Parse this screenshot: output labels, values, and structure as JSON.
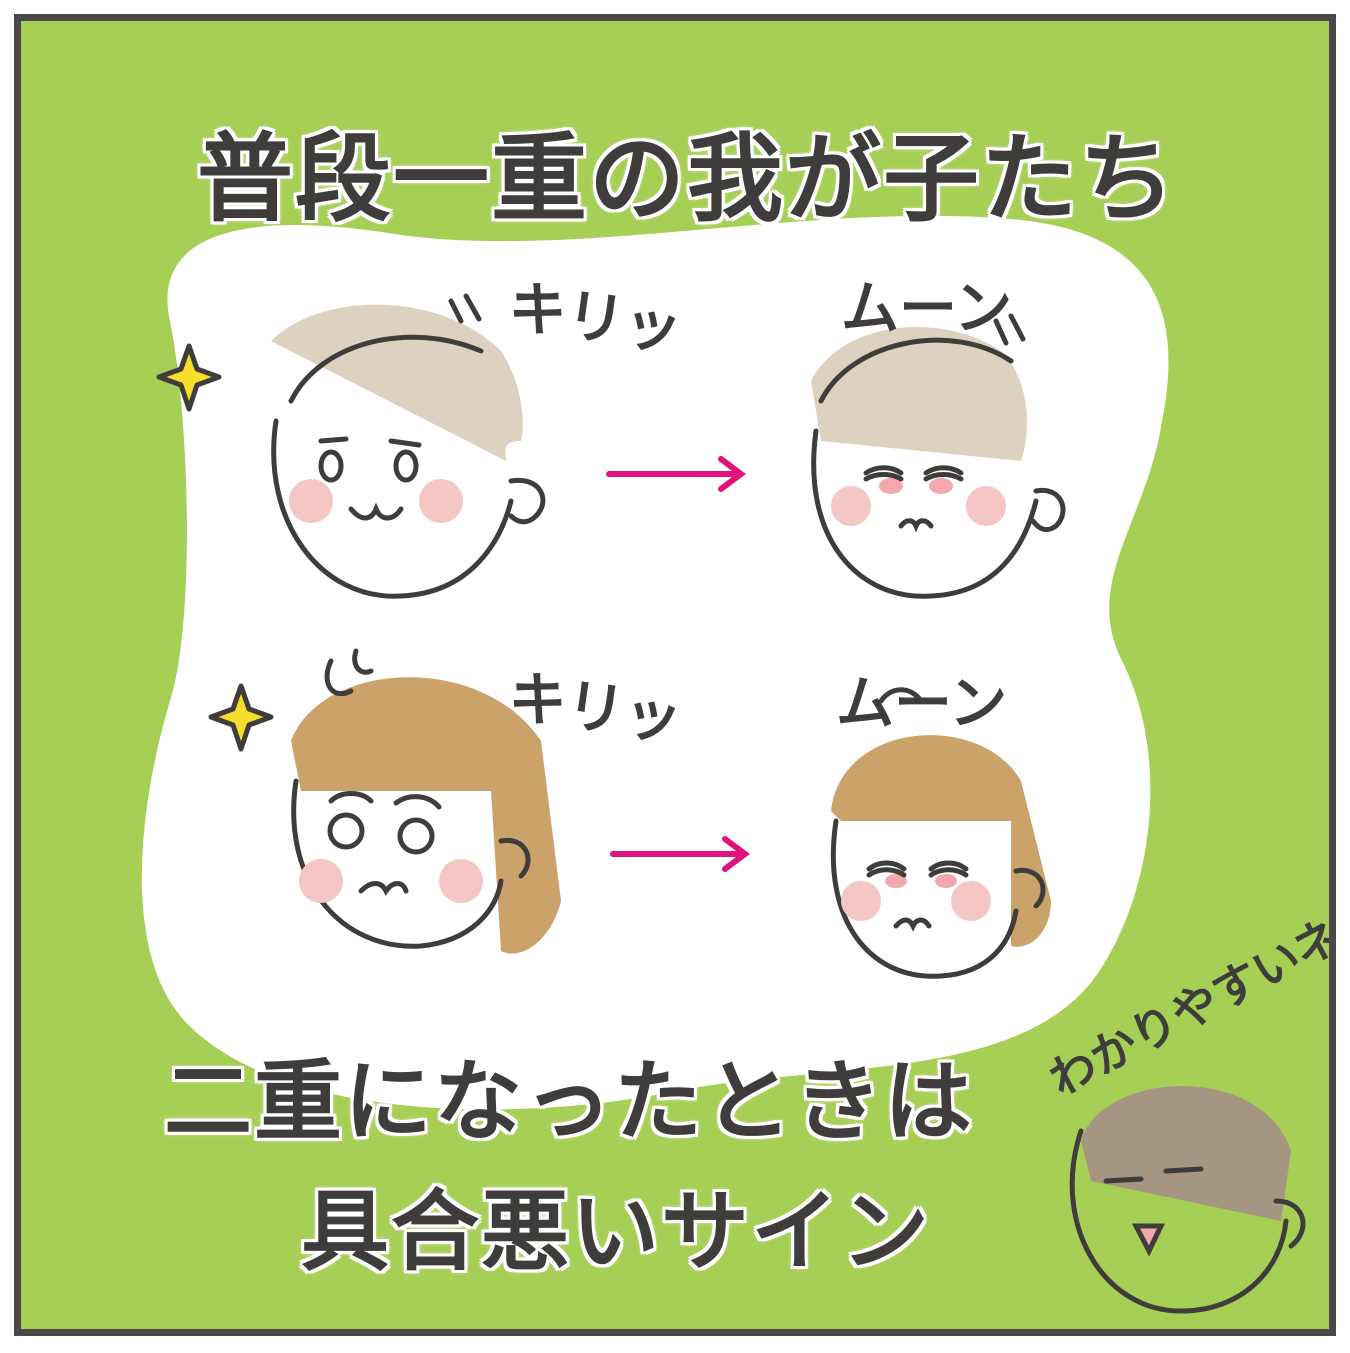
{
  "title": "普段一重の我が子たち",
  "caption_line1": "二重になったときは",
  "caption_line2": "具合悪いサイン",
  "sfx_kiri_top": "キリッ",
  "sfx_kiri_bottom": "キリッ",
  "sfx_moon_top": "ムーン",
  "sfx_moon_bottom": "ムーン",
  "aside": "わかりやすいネ",
  "colors": {
    "background": "#a6cf56",
    "border": "#4a4848",
    "blob": "#ffffff",
    "hair_boy": "#ddd2bf",
    "hair_girl": "#caa26a",
    "hair_mom": "#a69580",
    "arrow": "#e2127d",
    "sparkle": "#f6df2a",
    "cheek": "#f4c6c4"
  }
}
